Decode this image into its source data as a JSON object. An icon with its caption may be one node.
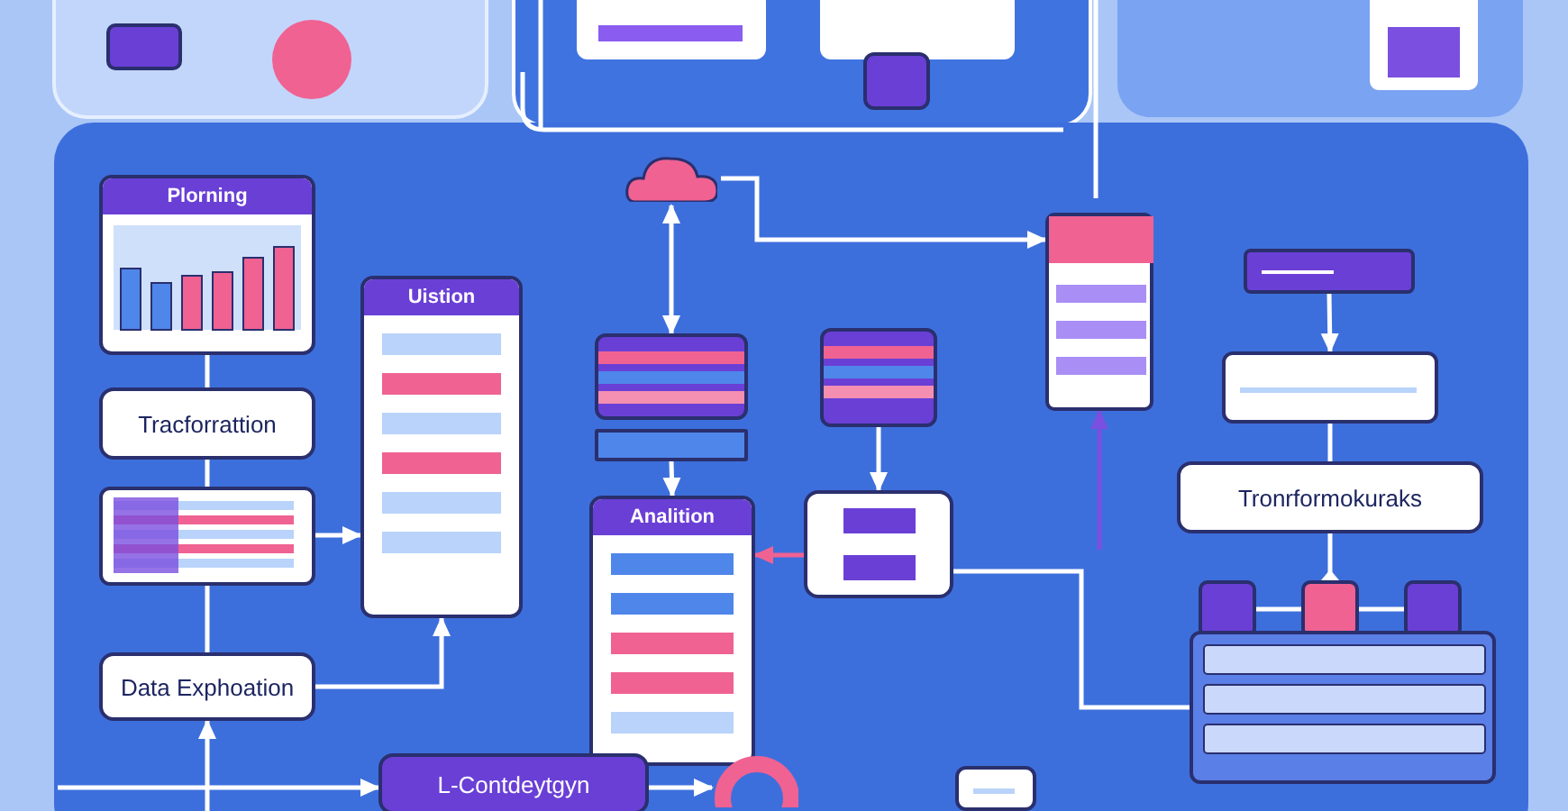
{
  "diagram": {
    "nodes": [
      {
        "text": [
          "Plorning"
        ]
      },
      {
        "text": [
          "Tracforrattion"
        ]
      },
      {
        "text": [],
        "shape": "box"
      },
      {
        "text": [
          "Data Exphoation"
        ]
      },
      {
        "text": [
          "Uistion"
        ]
      },
      {
        "text": [],
        "shape": "box"
      },
      {
        "text": [],
        "shape": "bar"
      },
      {
        "text": [
          "Analition"
        ]
      },
      {
        "text": [],
        "shape": "box"
      },
      {
        "text": [],
        "shape": "box"
      },
      {
        "text": [],
        "shape": "box"
      },
      {
        "text": [],
        "shape": "box"
      },
      {
        "text": [],
        "shape": "box"
      },
      {
        "text": [
          "Tronrformokuraks"
        ]
      },
      {
        "text": [],
        "shape": "box"
      },
      {
        "text": [],
        "shape": "box"
      },
      {
        "text": [],
        "shape": "box"
      },
      {
        "text": [],
        "shape": "box"
      },
      {
        "text": [
          "L-Contdeytgyn"
        ]
      },
      {
        "text": [],
        "shape": "cloud"
      },
      {
        "text": [],
        "shape": "circle"
      },
      {
        "text": [],
        "shape": "box"
      }
    ],
    "edges": [
      {
        "from": 0,
        "to": 1,
        "arrow": "none"
      },
      {
        "from": 1,
        "to": 2,
        "arrow": "none"
      },
      {
        "from": 2,
        "to": 3,
        "arrow": "none"
      },
      {
        "from": 3,
        "to": 4,
        "arrow": "to"
      },
      {
        "from": 2,
        "to": 4,
        "arrow": "to"
      },
      {
        "from": null,
        "to": 3,
        "arrow": "to"
      },
      {
        "from": 19,
        "to": 5,
        "arrow": "both"
      },
      {
        "from": 6,
        "to": 7,
        "arrow": "to"
      },
      {
        "from": 8,
        "to": 9,
        "arrow": "to"
      },
      {
        "from": 19,
        "to": 10,
        "arrow": "to"
      },
      {
        "from": 9,
        "to": 7,
        "arrow": "to",
        "color": "#f06292"
      },
      {
        "from": 9,
        "to": 17,
        "arrow": "none"
      },
      {
        "from": 11,
        "to": 12,
        "arrow": "to"
      },
      {
        "from": 12,
        "to": 13,
        "arrow": "none"
      },
      {
        "from": 13,
        "to": 15,
        "arrow": "other"
      },
      {
        "from": 14,
        "to": 15,
        "arrow": "none"
      },
      {
        "from": 15,
        "to": 16,
        "arrow": "none"
      },
      {
        "from": null,
        "to": 18,
        "arrow": "to"
      },
      {
        "from": 18,
        "to": 20,
        "arrow": "to"
      },
      {
        "from": null,
        "to": 10,
        "arrow": "to",
        "color": "#7b4fe0"
      }
    ]
  }
}
